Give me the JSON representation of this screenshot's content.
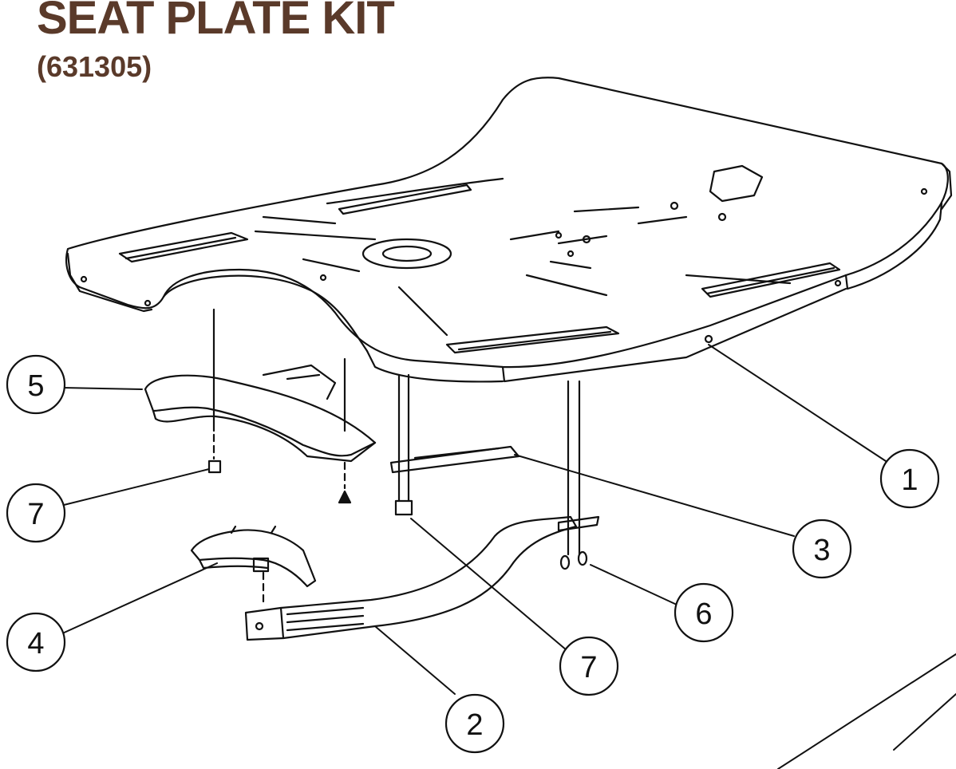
{
  "header": {
    "title": "SEAT PLATE KIT",
    "part_number": "(631305)"
  },
  "callouts": [
    {
      "id": "c1",
      "label": "1"
    },
    {
      "id": "c2",
      "label": "2"
    },
    {
      "id": "c3",
      "label": "3"
    },
    {
      "id": "c4",
      "label": "4"
    },
    {
      "id": "c5",
      "label": "5"
    },
    {
      "id": "c6",
      "label": "6"
    },
    {
      "id": "c7a",
      "label": "7"
    },
    {
      "id": "c7b",
      "label": "7"
    }
  ]
}
